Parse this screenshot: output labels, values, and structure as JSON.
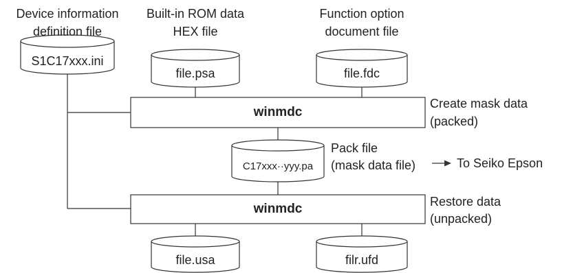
{
  "inputs": [
    {
      "heading_line1": "Device information",
      "heading_line2": "definition file",
      "filename": "S1C17xxx.ini"
    },
    {
      "heading_line1": "Built-in ROM data",
      "heading_line2": "HEX file",
      "filename": "file.psa"
    },
    {
      "heading_line1": "Function option",
      "heading_line2": "document file",
      "filename": "file.fdc"
    }
  ],
  "process_create": {
    "label": "winmdc",
    "note_line1": "Create mask data",
    "note_line2": "(packed)"
  },
  "pack_file": {
    "filename": "C17xxx··yyy.pa",
    "note_line1": "Pack file",
    "note_line2": "(mask data file)",
    "destination": "To Seiko Epson"
  },
  "process_restore": {
    "label": "winmdc",
    "note_line1": "Restore data",
    "note_line2": "(unpacked)"
  },
  "outputs": [
    {
      "filename": "file.usa"
    },
    {
      "filename": "filr.ufd"
    }
  ],
  "colors": {
    "stroke": "#333333",
    "text": "#222222",
    "background": "#ffffff"
  }
}
